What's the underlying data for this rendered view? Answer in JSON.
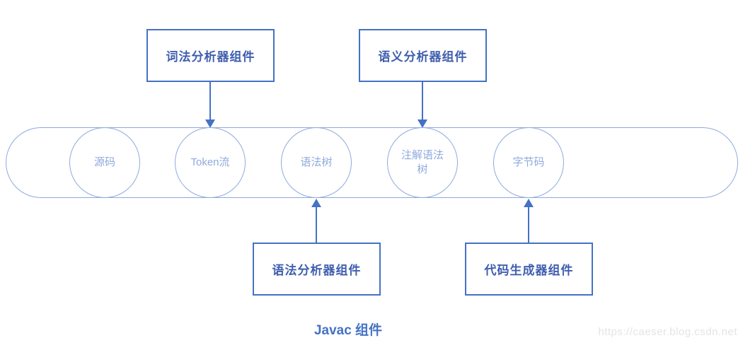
{
  "diagram": {
    "title": "Javac 组件",
    "watermark": "https://caeser.blog.csdn.net",
    "top_components": [
      {
        "label": "词法分析器组件"
      },
      {
        "label": "语义分析器组件"
      }
    ],
    "bottom_components": [
      {
        "label": "语法分析器组件"
      },
      {
        "label": "代码生成器组件"
      }
    ],
    "pipeline_stages": [
      {
        "label": "源码"
      },
      {
        "label": "Token流"
      },
      {
        "label": "语法树"
      },
      {
        "label": "注解语法树"
      },
      {
        "label": "字节码"
      }
    ],
    "colors": {
      "accent": "#4472C4",
      "light_blue": "#8FAADC",
      "box_text": "#3F5EAE",
      "watermark_gray": "#E4E4E4"
    }
  }
}
